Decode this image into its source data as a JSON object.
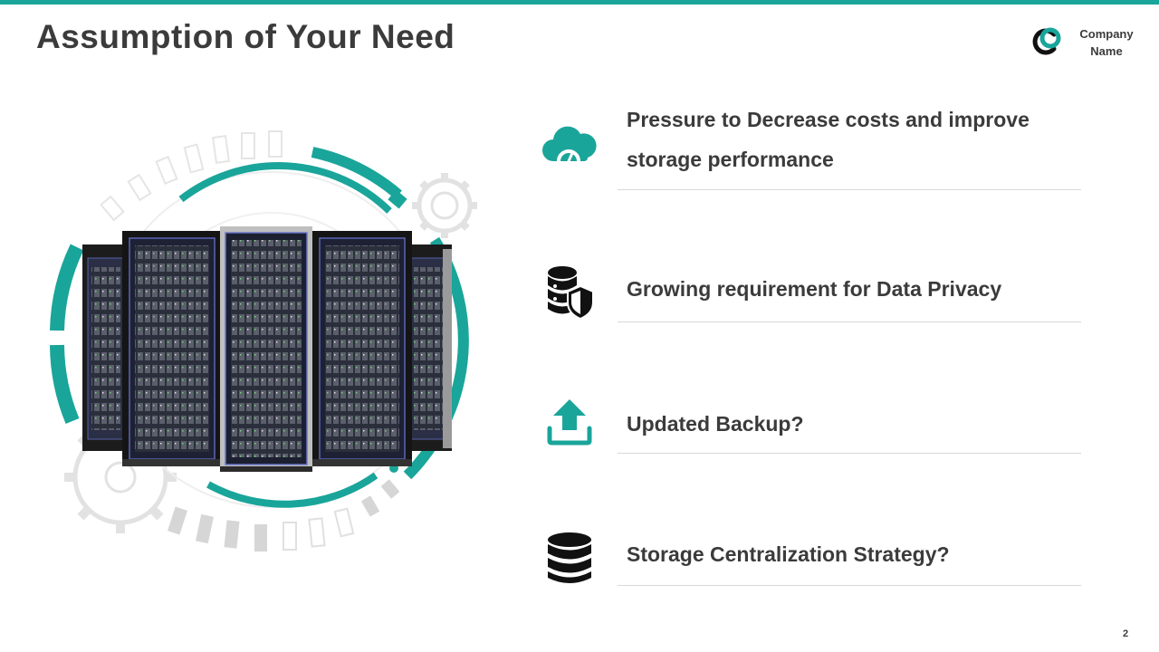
{
  "slide": {
    "title": "Assumption of Your Need",
    "page_number": "2"
  },
  "logo": {
    "line1": "Company",
    "line2": "Name",
    "icon": "company-logo-icon"
  },
  "colors": {
    "accent": "#1aa59a",
    "text": "#3b3b3b",
    "divider": "#d8d8d8",
    "icon_dark": "#111111"
  },
  "items": [
    {
      "label_line1": "Pressure to Decrease costs and improve",
      "label_line2": "storage performance",
      "icon": "cloud-gauge-icon",
      "icon_color": "#1aa59a"
    },
    {
      "label": "Growing requirement for Data Privacy",
      "icon": "database-shield-icon",
      "icon_color": "#111111"
    },
    {
      "label": "Updated Backup?",
      "icon": "upload-icon",
      "icon_color": "#1aa59a"
    },
    {
      "label": "Storage Centralization Strategy?",
      "icon": "database-icon",
      "icon_color": "#111111"
    }
  ]
}
